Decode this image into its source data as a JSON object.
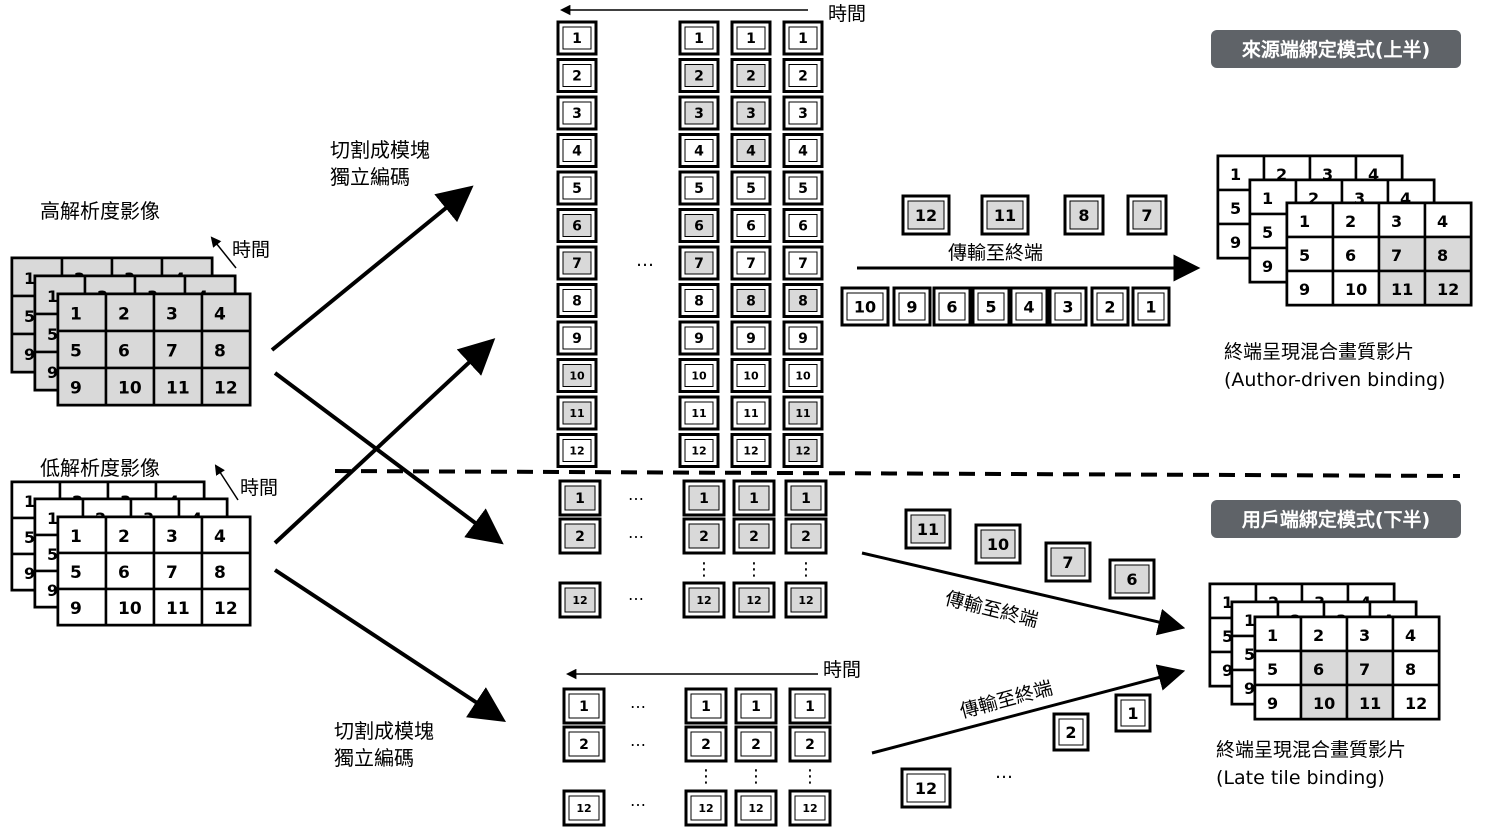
{
  "labels": {
    "time": "時間",
    "dots": "…",
    "vdots": "⋮",
    "hi_res": "高解析度影像",
    "lo_res": "低解析度影像",
    "split_line1": "切割成模塊",
    "split_line2": "獨立編碼",
    "transmit": "傳輸至終端",
    "result": "終端呈現混合畫質影片",
    "author_binding": "(Author-driven binding)",
    "late_binding": "(Late tile binding)"
  },
  "badges": {
    "top": "來源端綁定模式(上半)",
    "bottom": "用戶端綁定模式(下半)"
  },
  "colors": {
    "tile_white": "#ffffff",
    "tile_gray": "#d9d9d9",
    "badge_bg": "#5f6368",
    "badge_text": "#ffffff",
    "stroke": "#000000"
  },
  "grid_numbers": [
    "1",
    "2",
    "3",
    "4",
    "5",
    "6",
    "7",
    "8",
    "9",
    "10",
    "11",
    "12"
  ],
  "top_columns": {
    "col_a_gray": [
      6,
      7,
      10,
      11
    ],
    "col_b_gray": [
      2,
      3,
      6,
      7
    ],
    "col_c_gray": [
      2,
      3,
      4,
      8
    ],
    "col_d_gray": [
      8,
      11,
      12
    ]
  },
  "top_stream": {
    "upper": [
      "12",
      "11",
      "8",
      "7"
    ],
    "lower": [
      "10",
      "9",
      "6",
      "5",
      "4",
      "3",
      "2",
      "1"
    ]
  },
  "bottom_stream_gray": [
    "11",
    "10",
    "7",
    "6"
  ],
  "bottom_stream_white": [
    "12",
    "2",
    "1"
  ],
  "result_top_gray": [
    "7",
    "8",
    "11",
    "12"
  ],
  "result_bottom_gray": [
    "6",
    "7",
    "10",
    "11"
  ]
}
